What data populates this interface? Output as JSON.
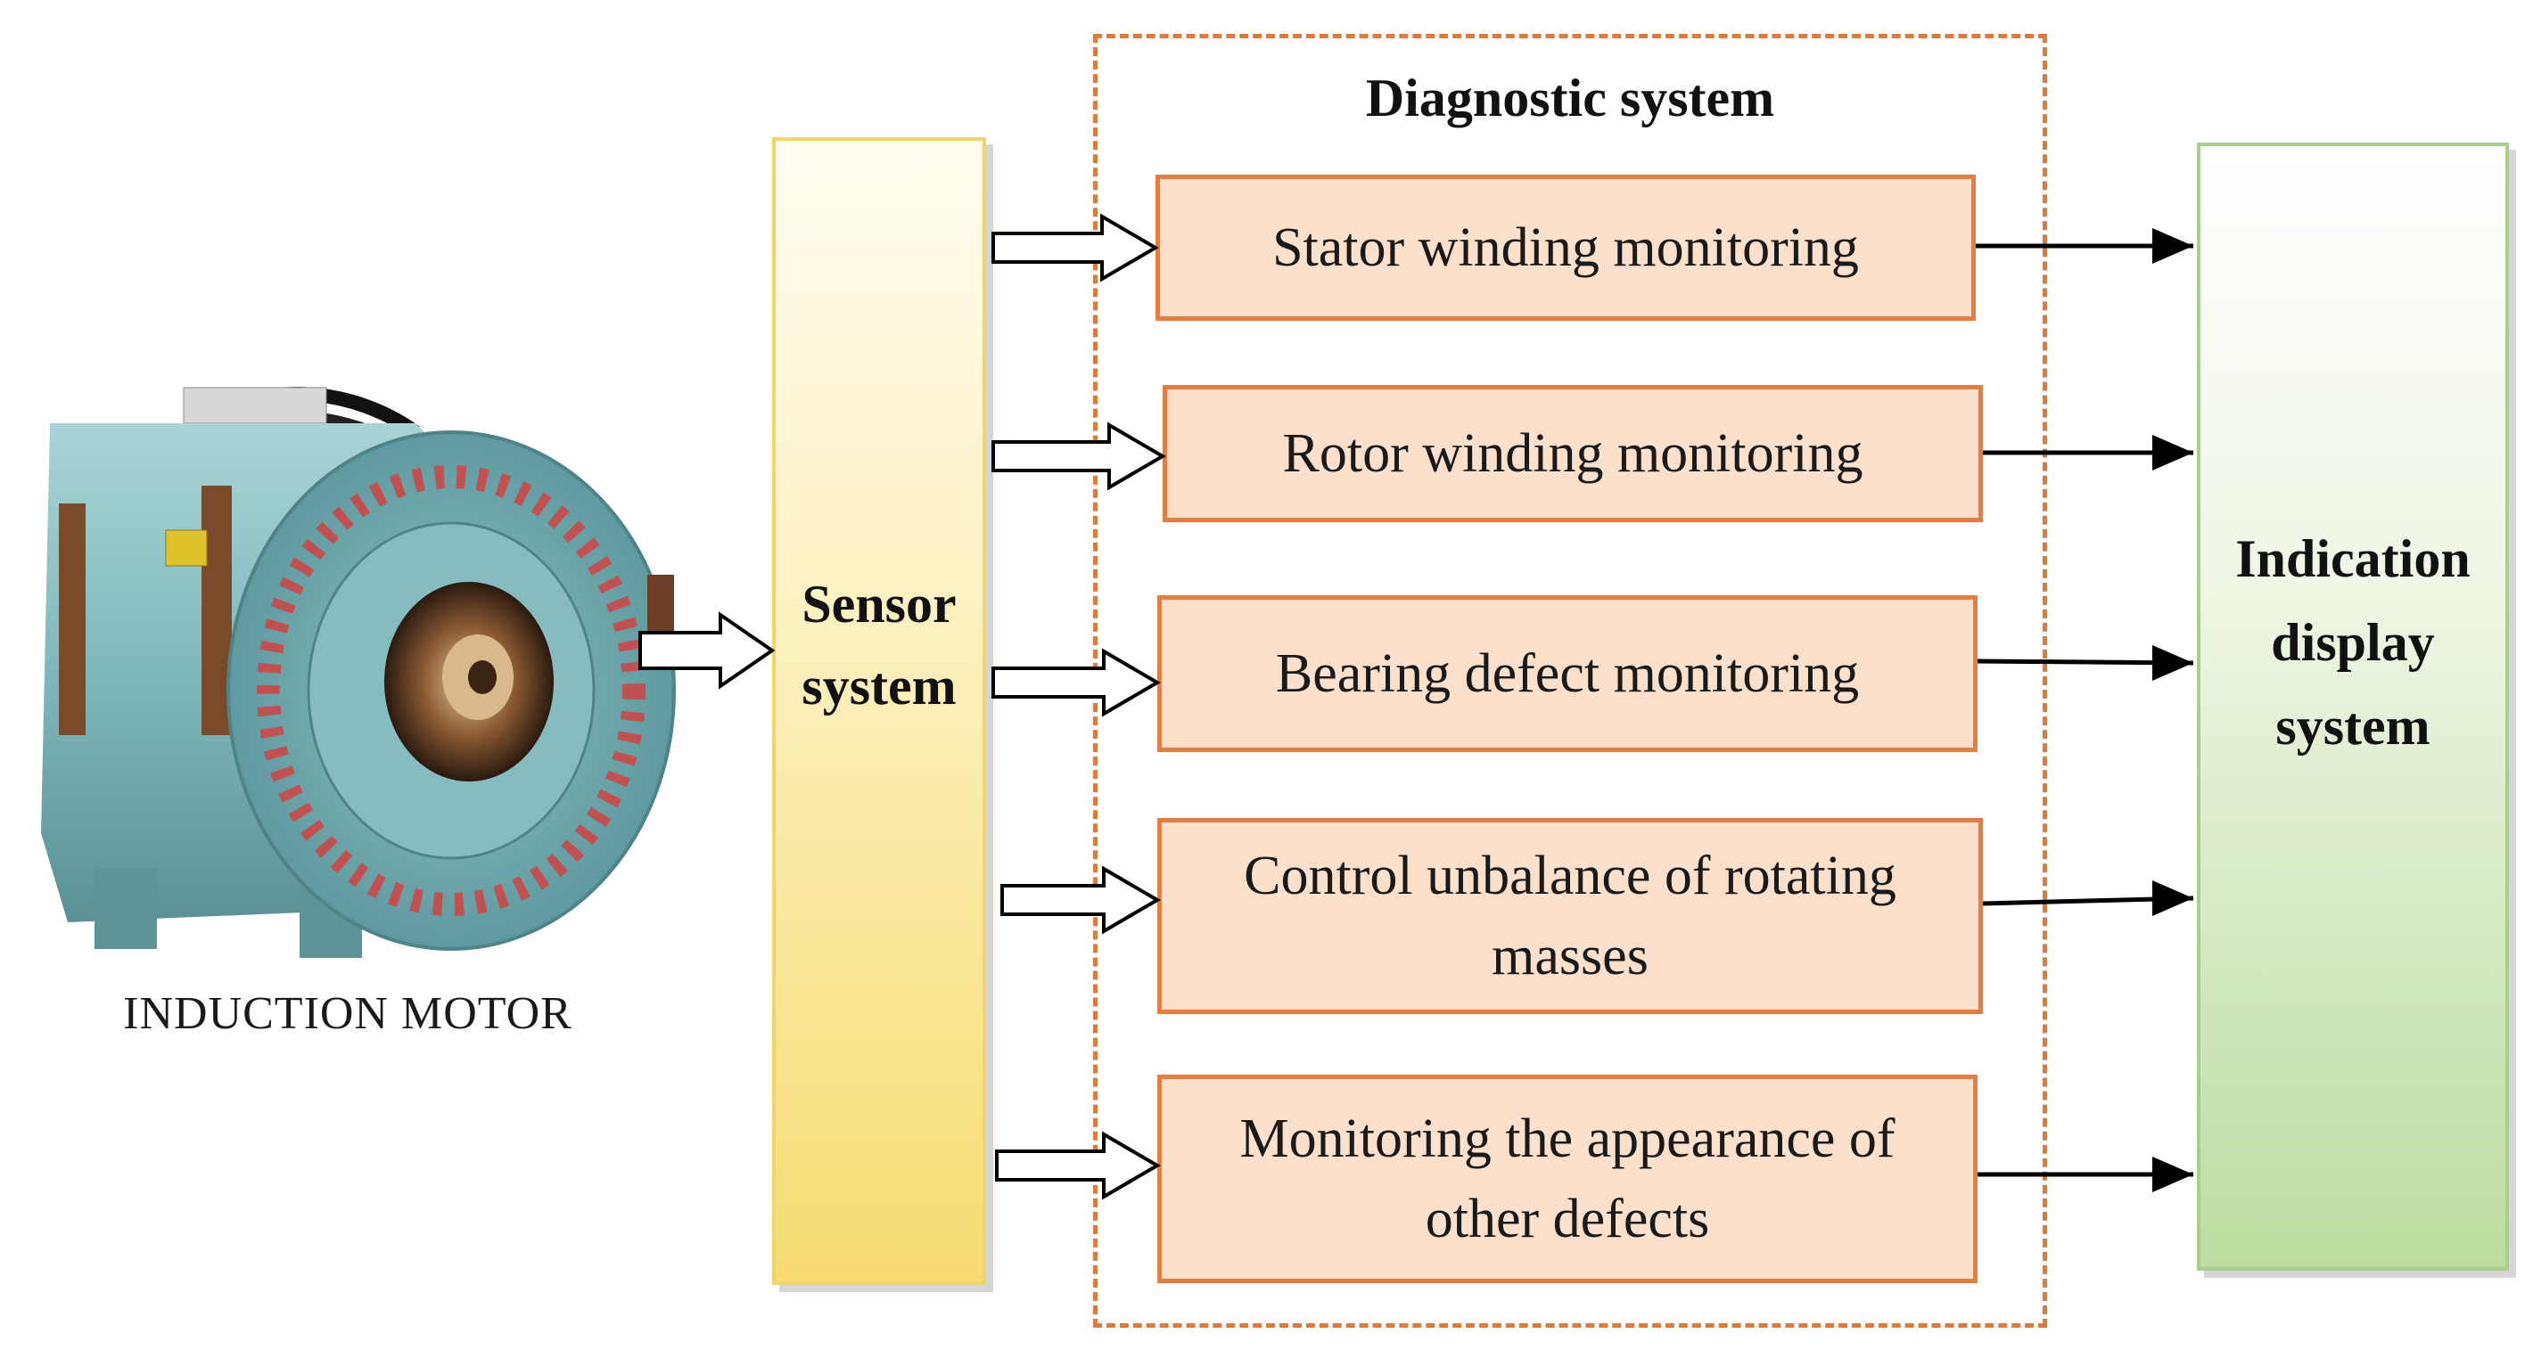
{
  "motor": {
    "caption": "INDUCTION MOTOR"
  },
  "sensor": {
    "line1": "Sensor",
    "line2": "system"
  },
  "diagnostic": {
    "title": "Diagnostic system",
    "modules": [
      {
        "label": "Stator winding monitoring"
      },
      {
        "label": "Rotor winding monitoring"
      },
      {
        "label": "Bearing defect monitoring"
      },
      {
        "label": "Control unbalance of rotating masses"
      },
      {
        "label": "Monitoring the appearance of other defects"
      }
    ]
  },
  "display": {
    "line1": "Indication",
    "line2": "display",
    "line3": "system"
  },
  "colors": {
    "frame": "#e07a38",
    "module_fill": "#fbe0cc",
    "module_border": "#e87d40",
    "sensor_fill": "#f7dc72",
    "display_fill": "#bcdca0"
  },
  "icons": {
    "motor": "induction-motor-photo"
  }
}
